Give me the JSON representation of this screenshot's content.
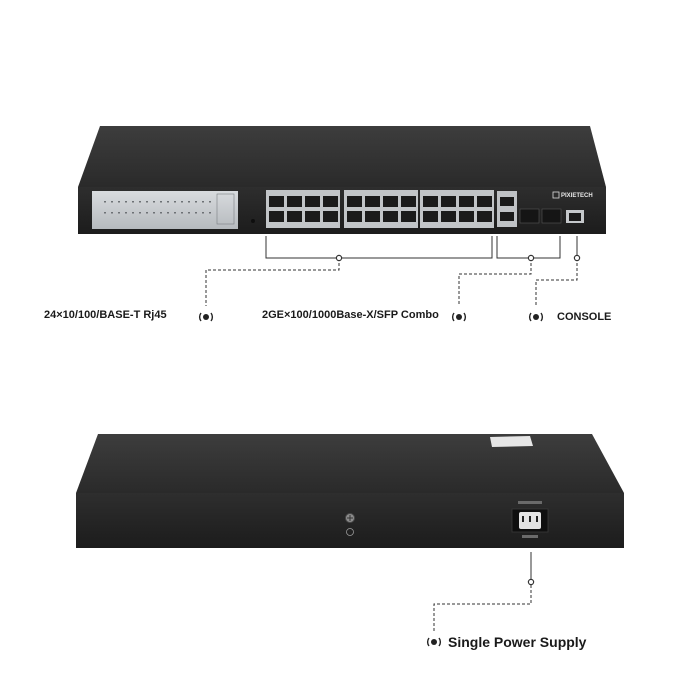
{
  "labels": {
    "rj45": "24×10/100/BASE-T Rj45",
    "combo": "2GE×100/1000Base-X/SFP Combo",
    "console": "CONSOLE",
    "power": "Single Power Supply"
  },
  "brand": "PIXIETECH",
  "colors": {
    "chassis": "#2b2b2b",
    "chassis_top": "#3a3a3a",
    "panel": "#c9ccd0",
    "port": "#1e1e1e",
    "annotation": "#333333"
  }
}
